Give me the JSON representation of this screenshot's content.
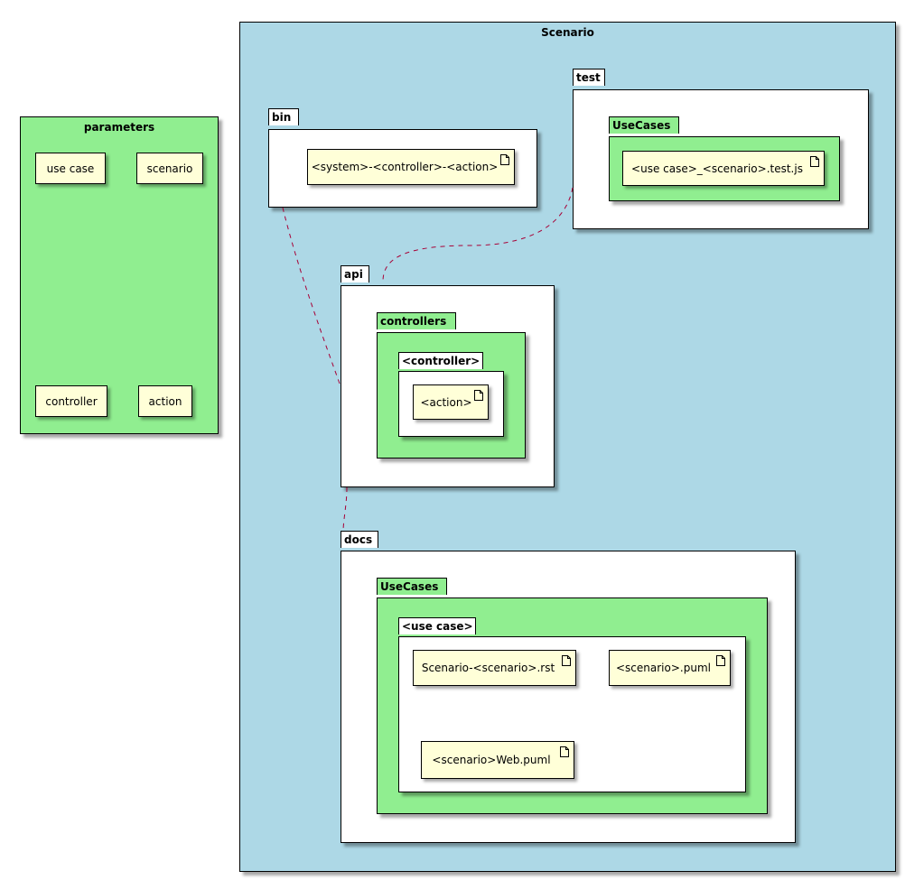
{
  "parameters": {
    "title": "parameters",
    "items": [
      "use case",
      "scenario",
      "controller",
      "action"
    ]
  },
  "scenario": {
    "title": "Scenario",
    "bin": {
      "label": "bin",
      "artifact": "<system>-<controller>-<action>"
    },
    "test": {
      "label": "test",
      "usecases_label": "UseCases",
      "artifact": "<use case>_<scenario>.test.js"
    },
    "api": {
      "label": "api",
      "controllers_label": "controllers",
      "controller_label": "<controller>",
      "artifact": "<action>"
    },
    "docs": {
      "label": "docs",
      "usecases_label": "UseCases",
      "usecase_label": "<use case>",
      "artifacts": [
        "Scenario-<scenario>.rst",
        "<scenario>.puml",
        "<scenario>Web.puml"
      ]
    }
  },
  "colors": {
    "scenario_bg": "#add8e6",
    "package_green": "#90ee90",
    "artifact_bg": "#ffffd8",
    "link": "#a80036"
  }
}
